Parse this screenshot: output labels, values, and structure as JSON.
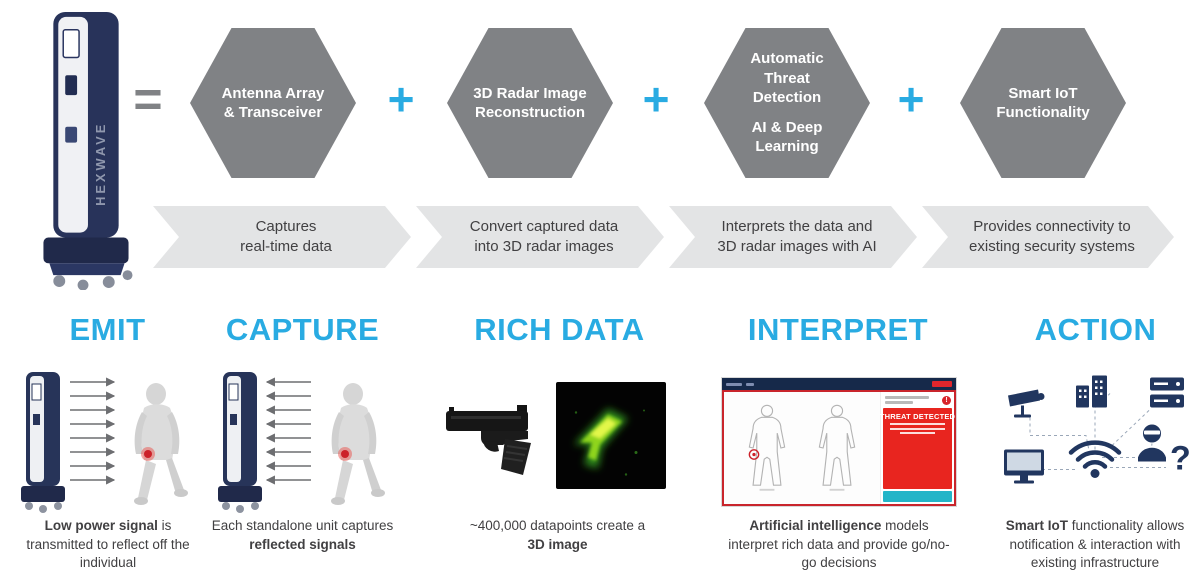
{
  "colors": {
    "accent_cyan": "#29abe2",
    "hexagon_gray": "#808285",
    "banner_gray": "#e3e4e5",
    "device_navy": "#273459",
    "alert_red": "#e8251f",
    "radar_green": "#8fd41f"
  },
  "device": {
    "brand_label": "HEXWAVE"
  },
  "equation": {
    "equals_sign": "=",
    "plus_sign": "+",
    "hexagons": [
      {
        "text": "Antenna Array\n& Transceiver"
      },
      {
        "text": "3D Radar Image\nReconstruction"
      },
      {
        "text": "Automatic\nThreat\nDetection",
        "subtext": "AI & Deep\nLearning"
      },
      {
        "text": "Smart IoT\nFunctionality"
      }
    ]
  },
  "banners": [
    {
      "text": "Captures\nreal-time data"
    },
    {
      "text": "Convert captured data\ninto 3D radar images"
    },
    {
      "text": "Interprets the data and\n3D radar images with AI"
    },
    {
      "text": "Provides connectivity to\nexisting security systems"
    }
  ],
  "columns": [
    {
      "heading": "EMIT",
      "caption_pre": "",
      "caption_bold": "Low power signal",
      "caption_post": " is transmitted to reflect off the individual"
    },
    {
      "heading": "CAPTURE",
      "caption_pre": "Each standalone unit captures ",
      "caption_bold": "reflected signals",
      "caption_post": ""
    },
    {
      "heading": "RICH DATA",
      "caption_pre": "~400,000 datapoints create a ",
      "caption_bold": "3D image",
      "caption_post": ""
    },
    {
      "heading": "INTERPRET",
      "caption_pre": "",
      "caption_bold": "Artificial intelligence",
      "caption_post": " models interpret rich data and provide go/no-go decisions"
    },
    {
      "heading": "ACTION",
      "caption_pre": "",
      "caption_bold": "Smart IoT",
      "caption_post": " functionality allows notification & interaction with existing infrastructure"
    }
  ],
  "interpret_screen": {
    "alert_title": "THREAT DETECTED"
  },
  "action_icons": {
    "question_mark": "?"
  }
}
